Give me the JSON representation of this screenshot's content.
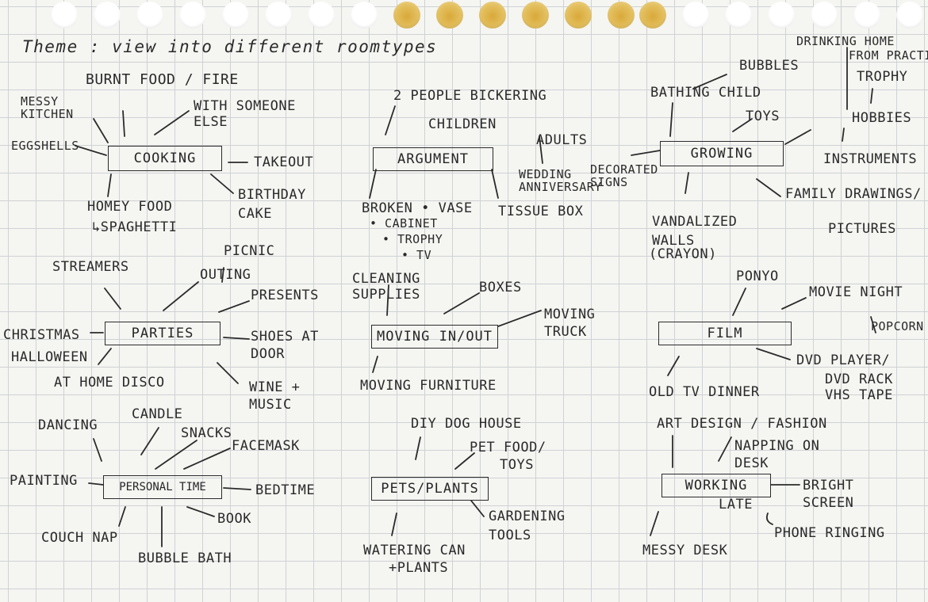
{
  "title": "Theme : view into different roomtypes",
  "topics": {
    "cooking": {
      "label": "COOKING",
      "burnt_food": "BURNT FOOD / FIRE",
      "messy_kitchen": "MESSY KITCHEN",
      "eggshells": "EGGSHELLS",
      "with_someone_else": "WITH SOMEONE ELSE",
      "takeout": "TAKEOUT",
      "homey_food": "HOMEY FOOD",
      "spaghetti": "↳SPAGHETTI",
      "birthday_cake": "BIRTHDAY CAKE"
    },
    "argument": {
      "label": "ARGUMENT",
      "two_people": "2 PEOPLE BICKERING",
      "children": "CHILDREN",
      "adults": "ADULTS",
      "broken_vase": "BROKEN • VASE",
      "cabinet": "• CABINET",
      "trophy": "• TROPHY",
      "tv": "• TV",
      "tissue_box": "TISSUE BOX"
    },
    "growing": {
      "label": "GROWING",
      "bathing_child": "BATHING CHILD",
      "bubbles": "BUBBLES",
      "drinking_home": "DRINKING HOME",
      "from_practice": "FROM PRACTICE",
      "trophy": "TROPHY",
      "toys": "TOYS",
      "hobbies": "HOBBIES",
      "instruments": "INSTRUMENTS",
      "wedding_anniversary": "WEDDING ANNIVERSARY",
      "decorated_signs": "DECORATED SIGNS",
      "family_drawings": "FAMILY DRAWINGS/",
      "pictures": "PICTURES",
      "vandalized_walls": "VANDALIZED WALLS",
      "crayon": "(CRAYON)"
    },
    "parties": {
      "label": "PARTIES",
      "picnic": "PICNIC",
      "outing": "OUTING",
      "streamers": "STREAMERS",
      "presents": "PRESENTS",
      "christmas": "CHRISTMAS",
      "halloween": "HALLOWEEN",
      "shoes_at_door": "SHOES AT DOOR",
      "at_home_disco": "AT HOME DISCO",
      "wine_music": "WINE + MUSIC"
    },
    "moving_in_out": {
      "label": "MOVING IN/OUT",
      "cleaning_supplies": "CLEANING SUPPLIES",
      "boxes": "BOXES",
      "moving_truck": "MOVING TRUCK",
      "moving_furniture": "MOVING FURNITURE"
    },
    "film": {
      "label": "FILM",
      "ponyo": "PONYO",
      "movie_night": "MOVIE NIGHT",
      "popcorn": "POPCORN",
      "dvd_player": "DVD PLAYER/",
      "dvd_rack": "DVD RACK",
      "vhs_tape": "VHS TAPE",
      "old_tv_dinner": "OLD TV DINNER"
    },
    "personal_time": {
      "label": "PERSONAL TIME",
      "dancing": "DANCING",
      "candle": "CANDLE",
      "snacks": "SNACKS",
      "facemask": "FACEMASK",
      "painting": "PAINTING",
      "bedtime": "BEDTIME",
      "book": "BOOK",
      "couch_nap": "COUCH NAP",
      "bubble_bath": "BUBBLE BATH"
    },
    "pets_plants": {
      "label": "PETS/PLANTS",
      "diy_dog_house": "DIY DOG HOUSE",
      "pet_food": "PET FOOD/",
      "toys": "TOYS",
      "gardening_tools": "GARDENING TOOLS",
      "watering_can": "WATERING CAN",
      "plants": "+PLANTS"
    },
    "working_late": {
      "label": "WORKING",
      "late": "LATE",
      "art_design": "ART DESIGN / FASHION",
      "napping_on_desk": "NAPPING ON DESK",
      "bright_screen": "BRIGHT SCREEN",
      "phone_ringing": "PHONE RINGING",
      "messy_desk": "MESSY DESK"
    }
  }
}
